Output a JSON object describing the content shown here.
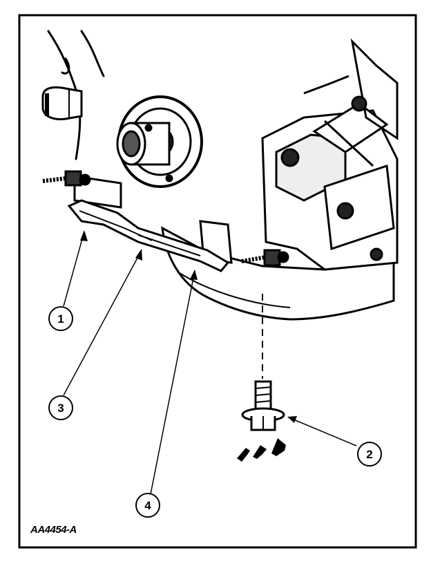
{
  "figure_id": "AA4454-A",
  "callouts": [
    "1",
    "2",
    "3",
    "4"
  ],
  "icons": {
    "tightening": "tighten-arrows-icon"
  }
}
